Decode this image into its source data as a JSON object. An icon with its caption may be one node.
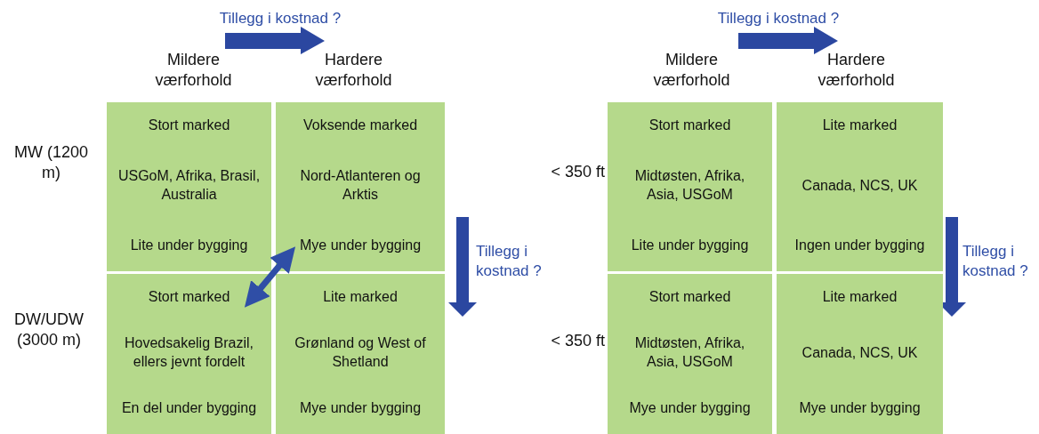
{
  "diagram": {
    "nodes": [
      {
        "text": [
          "Stort marked",
          "USGoM, Afrika, Brasil, Australia",
          "Lite under bygging"
        ]
      },
      {
        "text": [
          "Voksende marked",
          "Nord-Atlanteren og Arktis",
          "Mye under bygging"
        ]
      },
      {
        "text": [
          "Stort marked",
          "Hovedsakelig Brazil, ellers jevnt fordelt",
          "En del under bygging"
        ]
      },
      {
        "text": [
          "Lite marked",
          "Grønland og West of Shetland",
          "Mye under bygging"
        ]
      },
      {
        "text": [
          "Stort marked",
          "Midtøsten, Afrika, Asia, USGoM",
          "Lite under bygging"
        ]
      },
      {
        "text": [
          "Lite marked",
          "Canada, NCS, UK",
          "Ingen under bygging"
        ]
      },
      {
        "text": [
          "Stort marked",
          "Midtøsten, Afrika, Asia, USGoM",
          "Mye under bygging"
        ]
      },
      {
        "text": [
          "Lite marked",
          "Canada, NCS, UK",
          "Mye under bygging"
        ]
      }
    ],
    "edges": [
      {
        "from": 2,
        "to": 1,
        "arrow": "both"
      }
    ],
    "labels": [
      "Tillegg i kostnad ?",
      "Mildere værforhold",
      "Hardere værforhold",
      "MW (1200 m)",
      "Tillegg i kostnad ?",
      "DW/UDW (3000 m)",
      "Tillegg i kostnad ?",
      "Mildere værforhold",
      "Hardere værforhold",
      "< 350 ft",
      "Tillegg i kostnad ?",
      "< 350 ft"
    ]
  }
}
